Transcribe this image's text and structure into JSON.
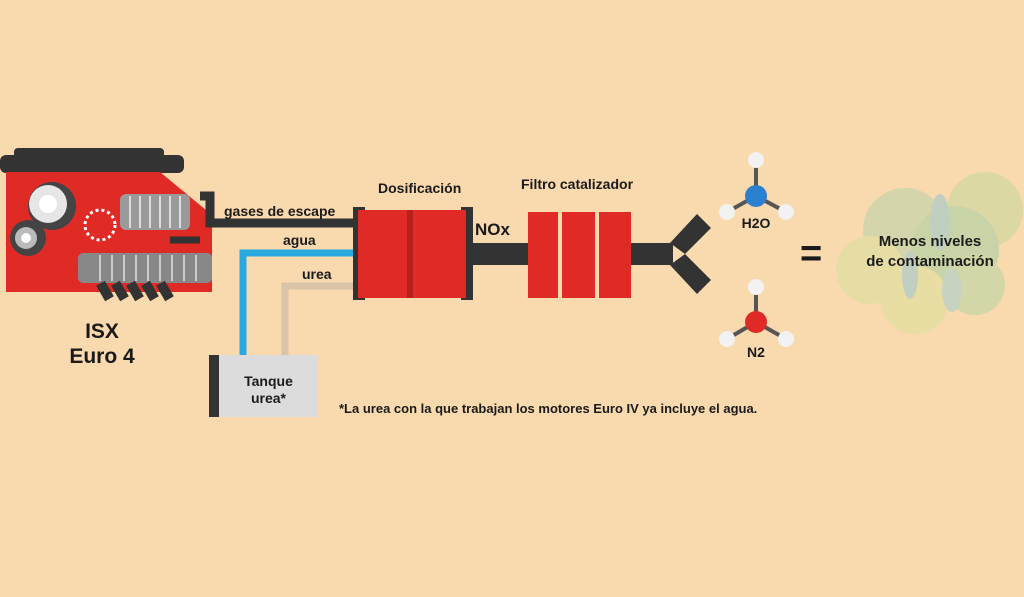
{
  "engine": {
    "line1": "ISX",
    "line2": "Euro 4"
  },
  "pipes": {
    "exhaust": "gases de escape",
    "water": "agua",
    "urea": "urea"
  },
  "dosing_label": "Dosificación",
  "filter_label": "Filtro catalizador",
  "nox_label": "NOx",
  "tank": {
    "line1": "Tanque",
    "line2": "urea*"
  },
  "molecules": {
    "water": "H2O",
    "nitrogen": "N2"
  },
  "equals_sign": "=",
  "result": {
    "line1": "Menos niveles",
    "line2": "de contaminación"
  },
  "footnote": "*La urea con la que trabajan los motores Euro IV ya incluye el agua.",
  "colors": {
    "background": "#f9d9ae",
    "red": "#e02a26",
    "dark": "#333333",
    "water": "#2aa9e0",
    "urea": "#d9c4a8",
    "tank": "#dcdcdc"
  }
}
